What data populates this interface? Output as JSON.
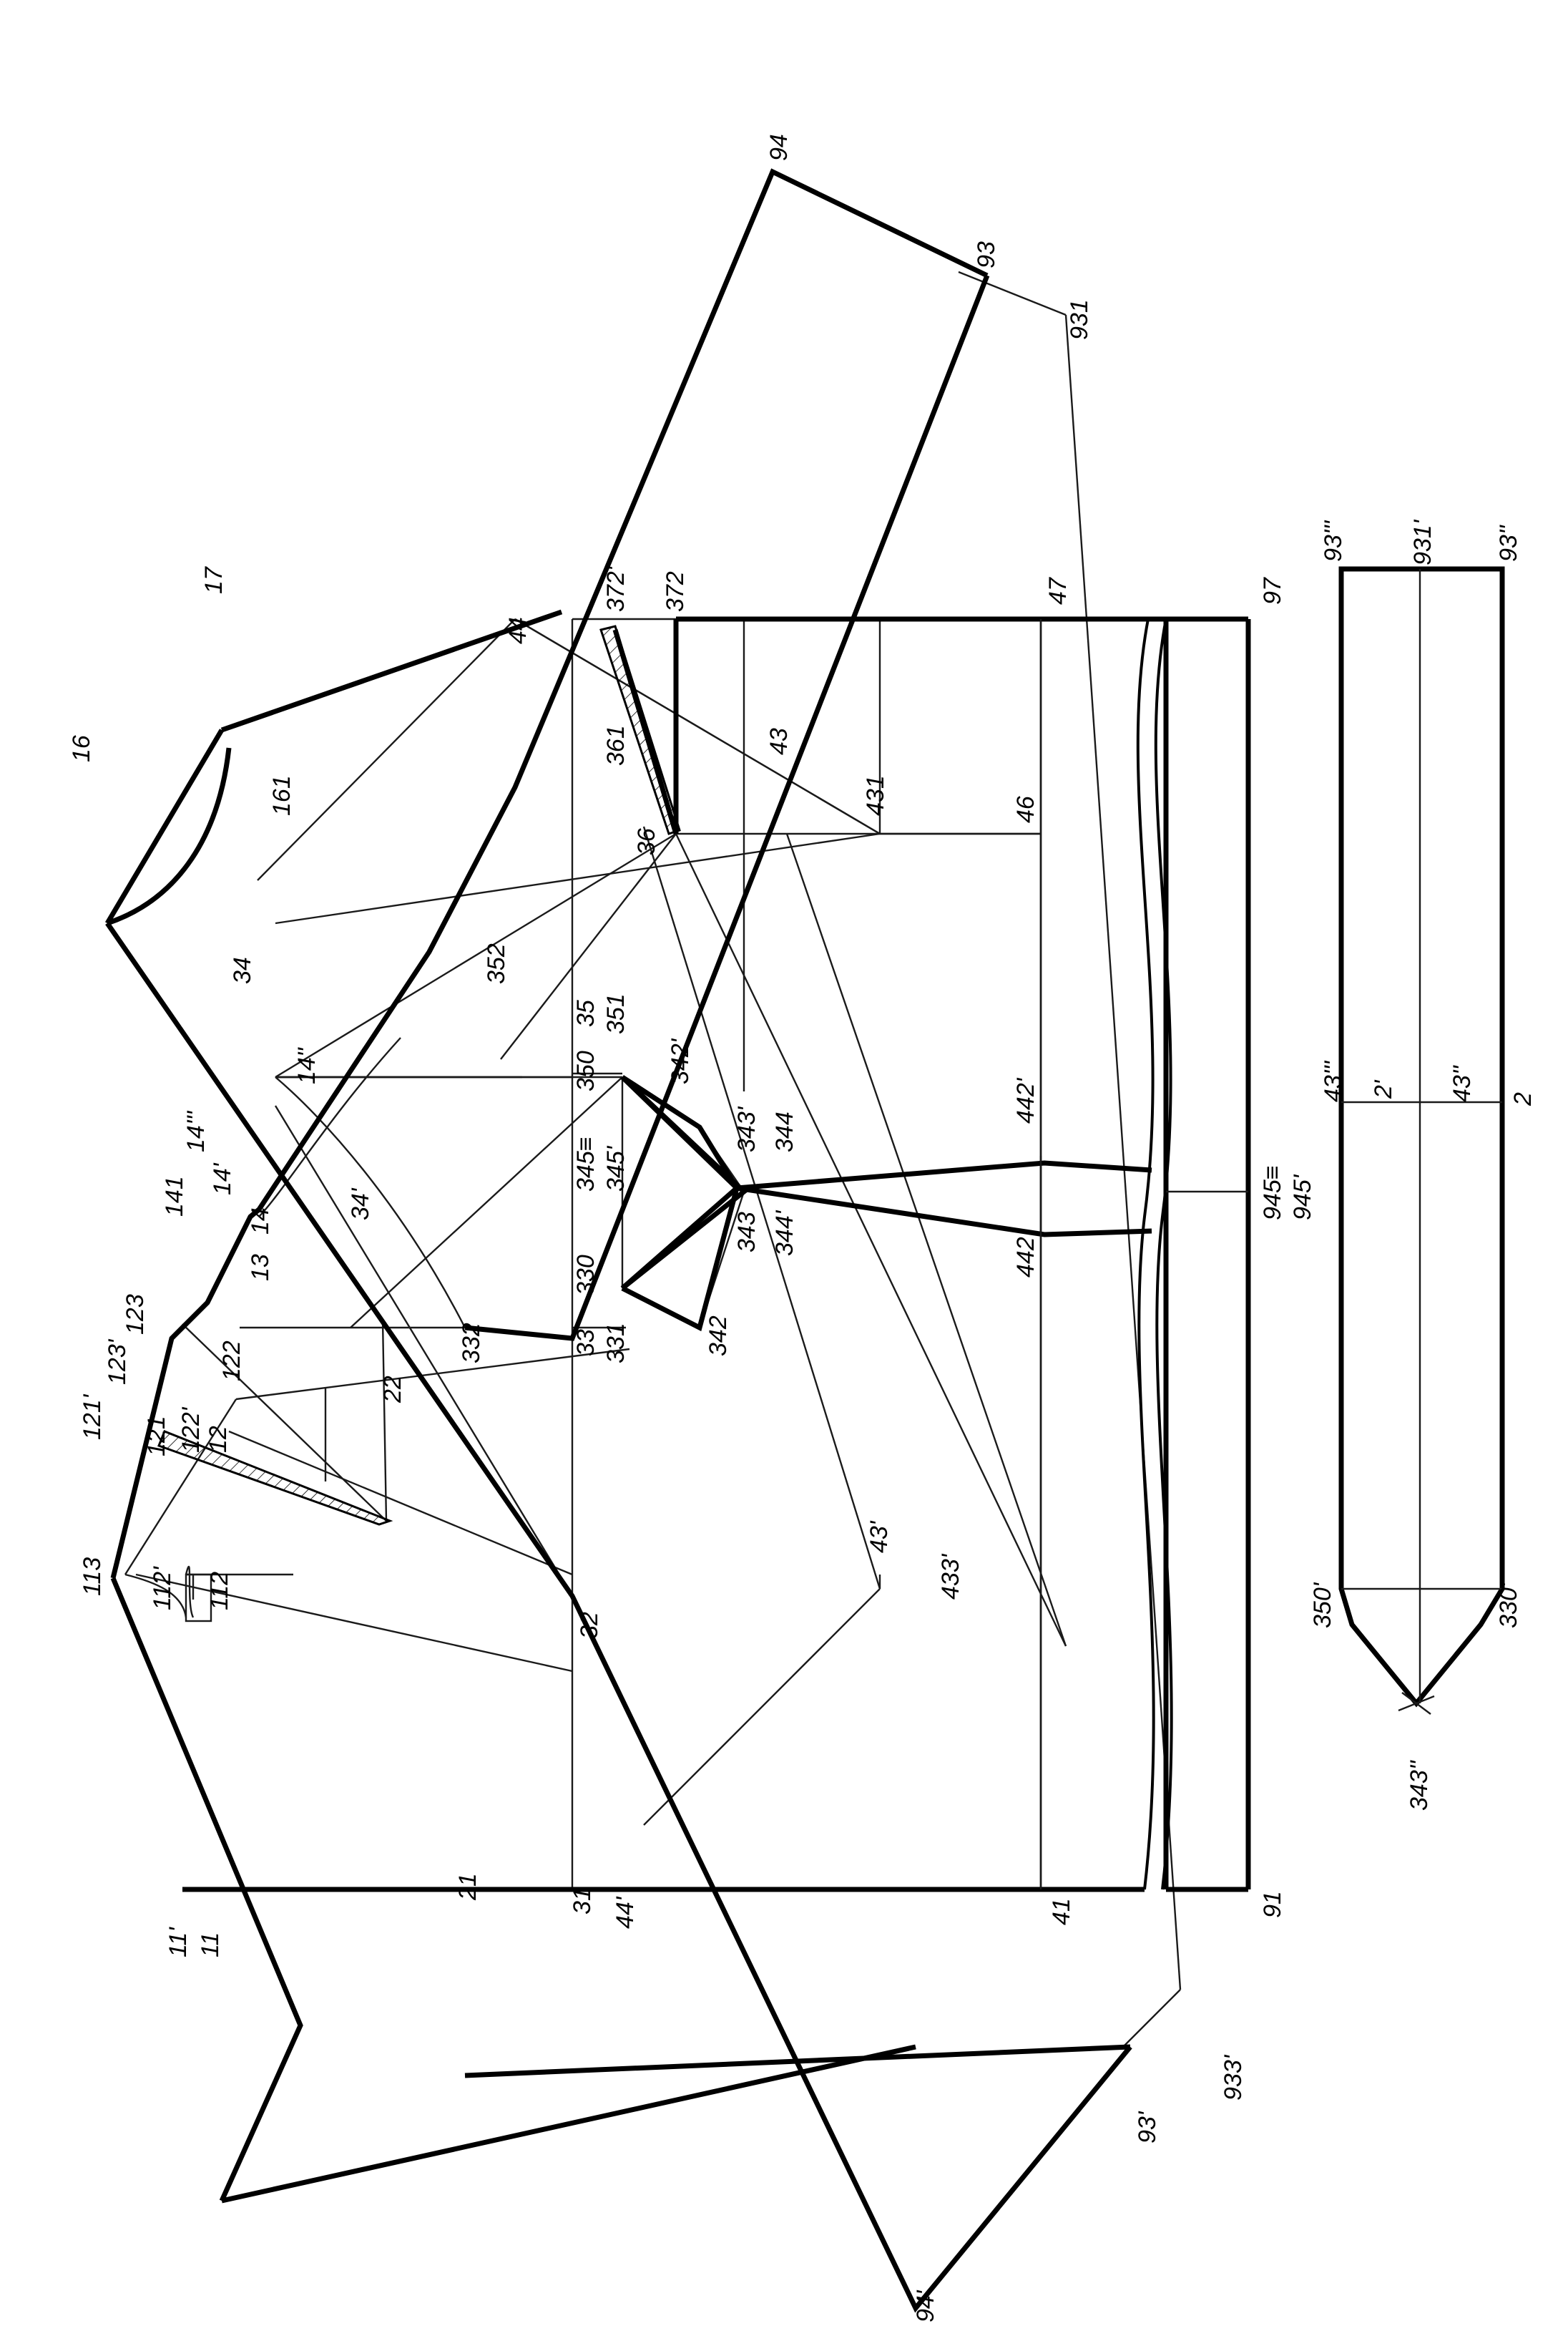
{
  "pattern": {
    "labels": {
      "p11": "11",
      "p11p": "11'",
      "p113": "113",
      "p112": "112",
      "p112p": "112'",
      "p121p": "121'",
      "p121": "121",
      "p12": "12",
      "p122p": "122'",
      "p122": "122",
      "p123p": "123'",
      "p123": "123",
      "p13": "13",
      "p14": "14",
      "p141": "141",
      "p14p": "14'",
      "p14ppp": "14'''",
      "p14pp": "14''",
      "p16": "16",
      "p161": "161",
      "p17": "17",
      "p21": "21",
      "p22": "22",
      "p31": "31",
      "p32": "32",
      "p33": "33",
      "p331": "331",
      "p332": "332",
      "p330": "330",
      "p34": "34",
      "p34p": "34'",
      "p345": "345≡",
      "p345p": "345'",
      "p350": "350",
      "p35": "35",
      "p351": "351",
      "p352": "352",
      "p342": "342",
      "p342p": "342'",
      "p343": "343",
      "p343p": "343'",
      "p344": "344",
      "p344p": "344'",
      "p36": "36",
      "p361": "361",
      "p372": "372",
      "p372p": "372'",
      "p44": "44",
      "p44p": "44'",
      "p43": "43",
      "p431": "431",
      "p43p": "43'",
      "p433p": "433'",
      "p41": "41",
      "p442": "442",
      "p442p": "442'",
      "p46": "46",
      "p47": "47",
      "p91": "91",
      "p945": "945≡",
      "p945p": "945'",
      "p97": "97",
      "p93": "93",
      "p94": "94",
      "p931": "931",
      "p93p": "93'",
      "p94p": "94'",
      "p933p": "933'"
    }
  },
  "tie": {
    "labels": {
      "t93ppp": "93'''",
      "t931p": "931'",
      "t93pp": "93''",
      "t43ppp": "43'''",
      "t2p": "2'",
      "t43pp": "43''",
      "t2": "2",
      "t350p": "350'",
      "t330p": "330'",
      "t343pp": "343''"
    }
  }
}
